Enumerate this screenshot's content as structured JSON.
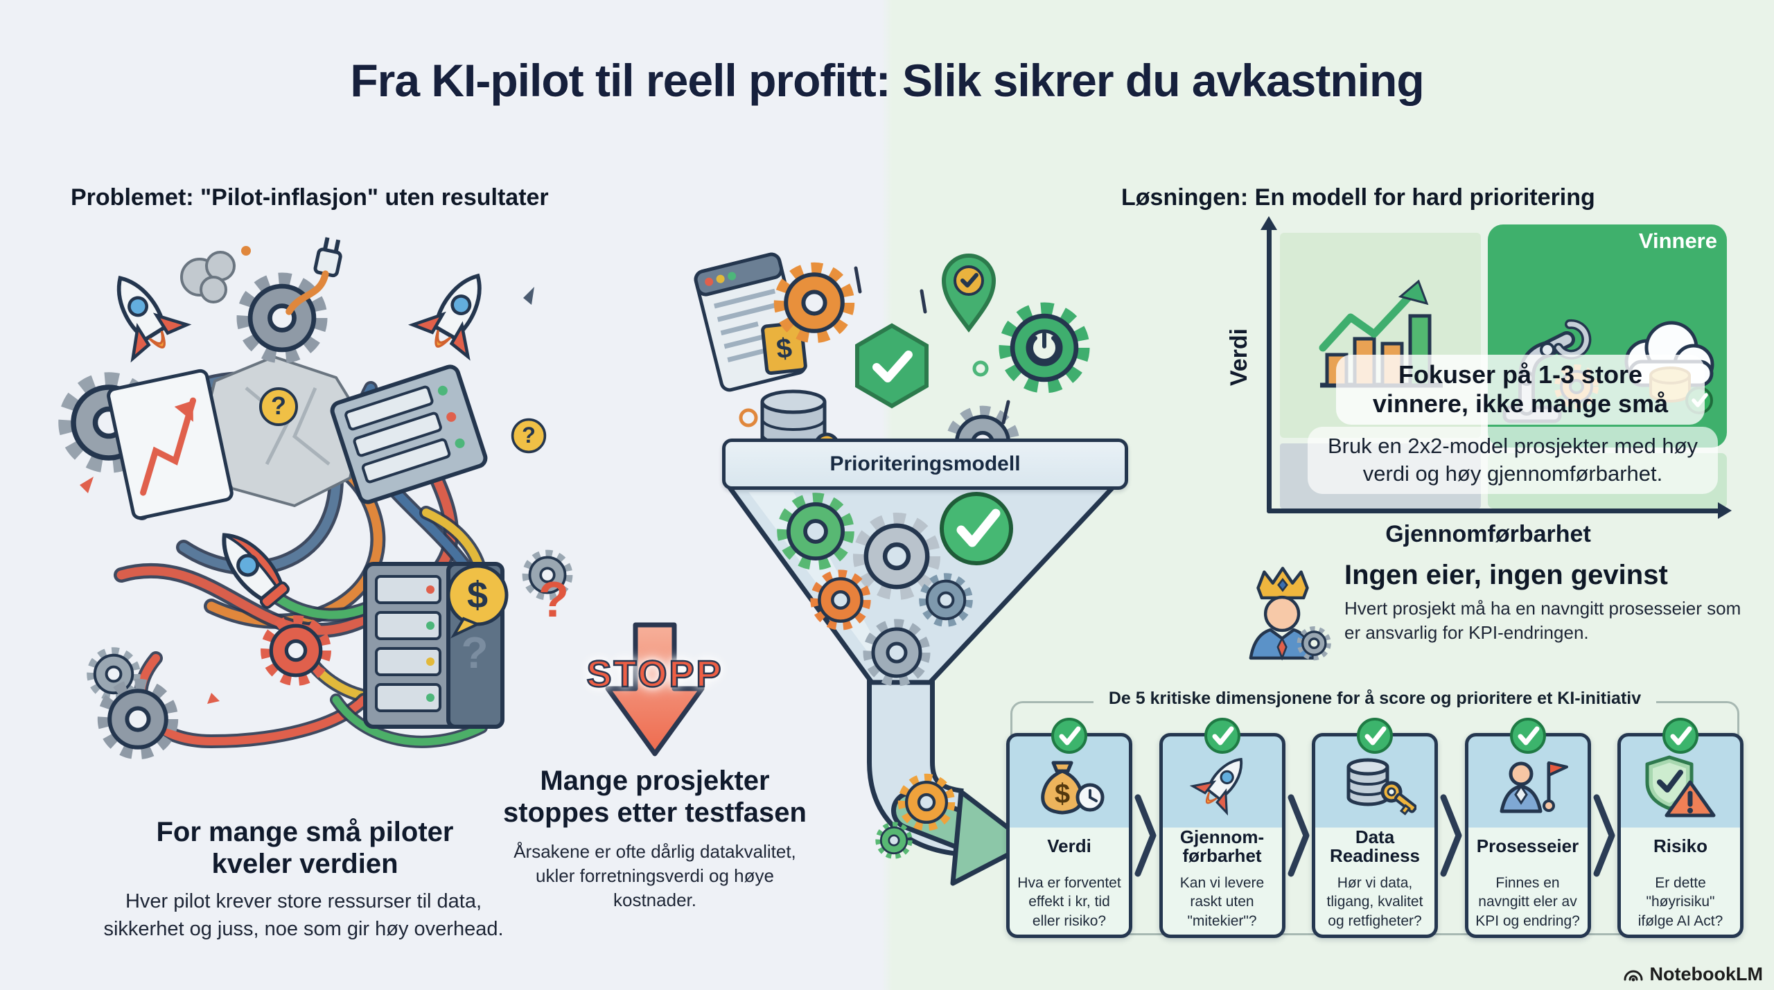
{
  "title": "Fra KI-pilot til reell profitt: Slik sikrer du avkastning",
  "problem": {
    "heading": "Problemet: \"Pilot-inflasjon\" uten resultater",
    "subheading": "For mange små piloter kveler verdien",
    "body": "Hver pilot krever store ressurser til data, sikkerhet og juss, noe som gir høy overhead."
  },
  "stop": {
    "label": "STOPP",
    "subheading": "Mange prosjekter stoppes etter testfasen",
    "body": "Årsakene er ofte dårlig datakvalitet, ukler forretningsverdi og høye kostnader."
  },
  "funnel": {
    "label": "Prioriteringsmodell"
  },
  "solution": {
    "heading": "Løsningen: En modell for hard prioritering",
    "matrix": {
      "y_axis": "Verdi",
      "x_axis": "Gjennomførbarhet",
      "winners_label": "Vinnere",
      "focus_bold": "Fokuser på 1-3 store vinnere, ikke mange små",
      "focus_body": "Bruk en 2x2-model prosjekter med høy verdi og høy gjennomførbarhet."
    },
    "owner": {
      "heading": "Ingen eier, ingen gevinst",
      "body": "Hvert prosjekt må ha en navngitt prosesseier som er ansvarlig for KPI-endringen."
    }
  },
  "dimensions": {
    "title": "De 5 kritiske dimensjonene for å score og prioritere et KI-initiativ",
    "cards": [
      {
        "icon": "money-bag-clock-icon",
        "title": "Verdi",
        "body": "Hva er forventet effekt i kr, tid eller risiko?"
      },
      {
        "icon": "rocket-icon",
        "title": "Gjennom-førbarhet",
        "body": "Kan vi levere raskt uten \"mitekier\"?"
      },
      {
        "icon": "database-key-icon",
        "title": "Data Readiness",
        "body": "Hør vi data, tligang, kvalitet og retfigheter?"
      },
      {
        "icon": "process-owner-flag-icon",
        "title": "Prosesseier",
        "body": "Finnes en navngitt eler av KPI og endring?"
      },
      {
        "icon": "shield-warning-icon",
        "title": "Risiko",
        "body": "Er dette \"høyrisiku\" ifølge AI Act?"
      }
    ]
  },
  "footer": {
    "brand": "NotebookLM"
  },
  "icons": {
    "stop-arrow-icon": "downward red arrow",
    "check-circle-icon": "green circle with white checkmark",
    "funnel-icon": "funnel with gears",
    "crown-owner-icon": "person with crown and gear",
    "chevron-separator-icon": "right-pointing chevron"
  },
  "colors": {
    "navy_outline": "#24364e",
    "accent_green": "#3fb06c",
    "pale_green_quadrant": "#d8ebd5",
    "gray_quadrant": "#ccd5da",
    "salmon_red": "#ee5f45",
    "card_top_blue": "#badbe9",
    "card_bottom": "#ebf6ef",
    "bg_left": "#eef1f6",
    "bg_right": "#e9f3e9"
  }
}
